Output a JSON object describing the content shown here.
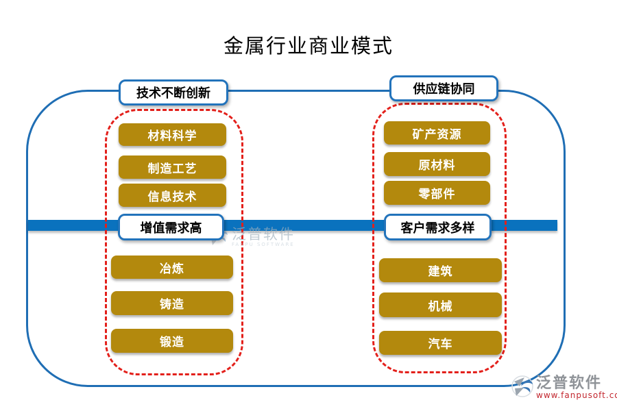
{
  "title": "金属行业商业模式",
  "panels": {
    "left": {
      "top_label": "技术不断创新",
      "mid_label": "增值需求高",
      "top_items": [
        "材料科学",
        "制造工艺",
        "信息技术"
      ],
      "bottom_items": [
        "冶炼",
        "铸造",
        "锻造"
      ]
    },
    "right": {
      "top_label": "供应链协同",
      "mid_label": "客户需求多样",
      "top_items": [
        "矿产资源",
        "原材料",
        "零部件"
      ],
      "bottom_items": [
        "建筑",
        "机械",
        "汽车"
      ]
    }
  },
  "watermark": {
    "brand": "泛普软件",
    "subtitle": "FANPU SOFTWARE"
  },
  "footer": {
    "brand": "泛普软件",
    "url": "www.fanpusoft.com"
  },
  "colors": {
    "frame_blue": "#1f6eb4",
    "bar_blue": "#0a72be",
    "dashed_red": "#e3201b",
    "node_gold": "#b3890d",
    "url_red": "#c2262e"
  }
}
